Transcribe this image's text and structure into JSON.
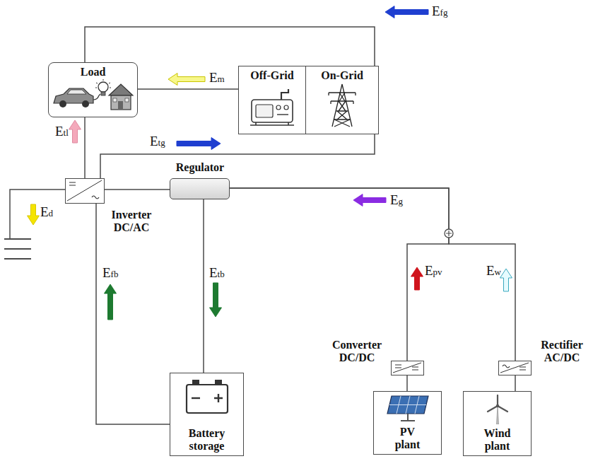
{
  "diagram": {
    "nodes": [
      {
        "text": [
          "Load"
        ]
      },
      {
        "text": [
          "Off-Grid"
        ]
      },
      {
        "text": [
          "On-Grid"
        ]
      },
      {
        "text": [
          "Inverter DC/AC"
        ]
      },
      {
        "text": [
          "Regulator"
        ]
      },
      {
        "text": [
          "Battery storage"
        ]
      },
      {
        "text": [
          "Converter DC/DC"
        ]
      },
      {
        "text": [
          "Rectifier AC/DC"
        ]
      },
      {
        "text": [
          "PV plant"
        ]
      },
      {
        "text": [
          "Wind plant"
        ]
      }
    ],
    "edges": [
      {
        "from": 2,
        "to": 0,
        "arrow": "none"
      },
      {
        "from": 1,
        "to": 0,
        "arrow": "none"
      },
      {
        "from": 3,
        "to": 0,
        "arrow": "none"
      },
      {
        "from": 3,
        "to": 2,
        "arrow": "none"
      },
      {
        "from": 3,
        "to": 4,
        "arrow": "none"
      },
      {
        "from": 4,
        "to": 5,
        "arrow": "none"
      },
      {
        "from": 5,
        "to": 3,
        "arrow": "none"
      },
      {
        "from": 6,
        "to": 4,
        "arrow": "none"
      },
      {
        "from": 7,
        "to": 4,
        "arrow": "none"
      },
      {
        "from": 8,
        "to": 6,
        "arrow": "none"
      },
      {
        "from": 9,
        "to": 7,
        "arrow": "none"
      }
    ],
    "labels": [
      "Efg",
      "Em",
      "Etg",
      "Etl",
      "Ed",
      "Efb",
      "Etb",
      "Eg",
      "Epv",
      "Ew"
    ]
  }
}
